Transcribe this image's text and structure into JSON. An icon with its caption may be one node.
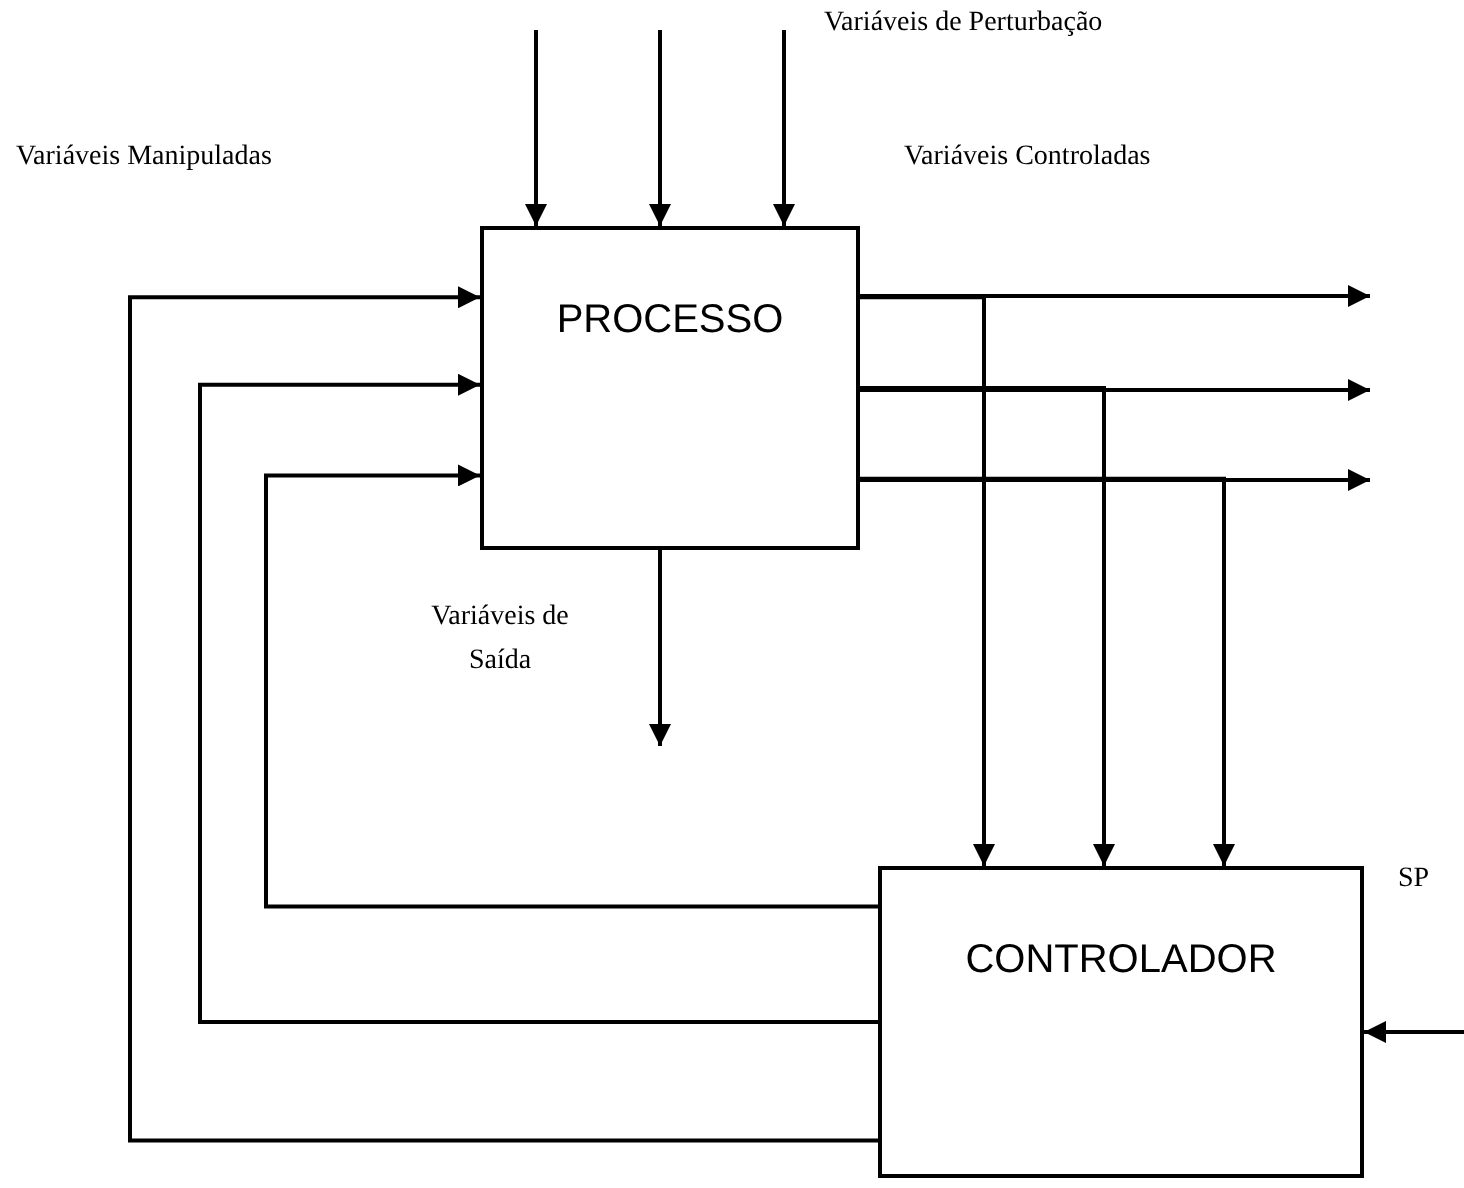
{
  "diagram": {
    "nodes": [
      {
        "text": [
          "PROCESSO"
        ]
      },
      {
        "text": [
          "CONTROLADOR"
        ]
      }
    ],
    "edges": [
      {
        "from": null,
        "to": 0,
        "arrow": "to"
      },
      {
        "from": null,
        "to": 0,
        "arrow": "to"
      },
      {
        "from": null,
        "to": 0,
        "arrow": "to"
      },
      {
        "from": 0,
        "to": null,
        "arrow": "to"
      },
      {
        "from": 0,
        "to": null,
        "arrow": "to"
      },
      {
        "from": 0,
        "to": null,
        "arrow": "to"
      },
      {
        "from": 0,
        "to": null,
        "arrow": "to"
      },
      {
        "from": 0,
        "to": 1,
        "arrow": "to"
      },
      {
        "from": 0,
        "to": 1,
        "arrow": "to"
      },
      {
        "from": 0,
        "to": 1,
        "arrow": "to"
      },
      {
        "from": 1,
        "to": 0,
        "arrow": "to"
      },
      {
        "from": 1,
        "to": 0,
        "arrow": "to"
      },
      {
        "from": 1,
        "to": 0,
        "arrow": "to"
      },
      {
        "from": null,
        "to": 1,
        "arrow": "to"
      }
    ],
    "labels": [
      "Variáveis de Perturbação",
      "Variáveis Manipuladas",
      "Variáveis Controladas",
      "Variáveis de Saída",
      "SP"
    ]
  }
}
